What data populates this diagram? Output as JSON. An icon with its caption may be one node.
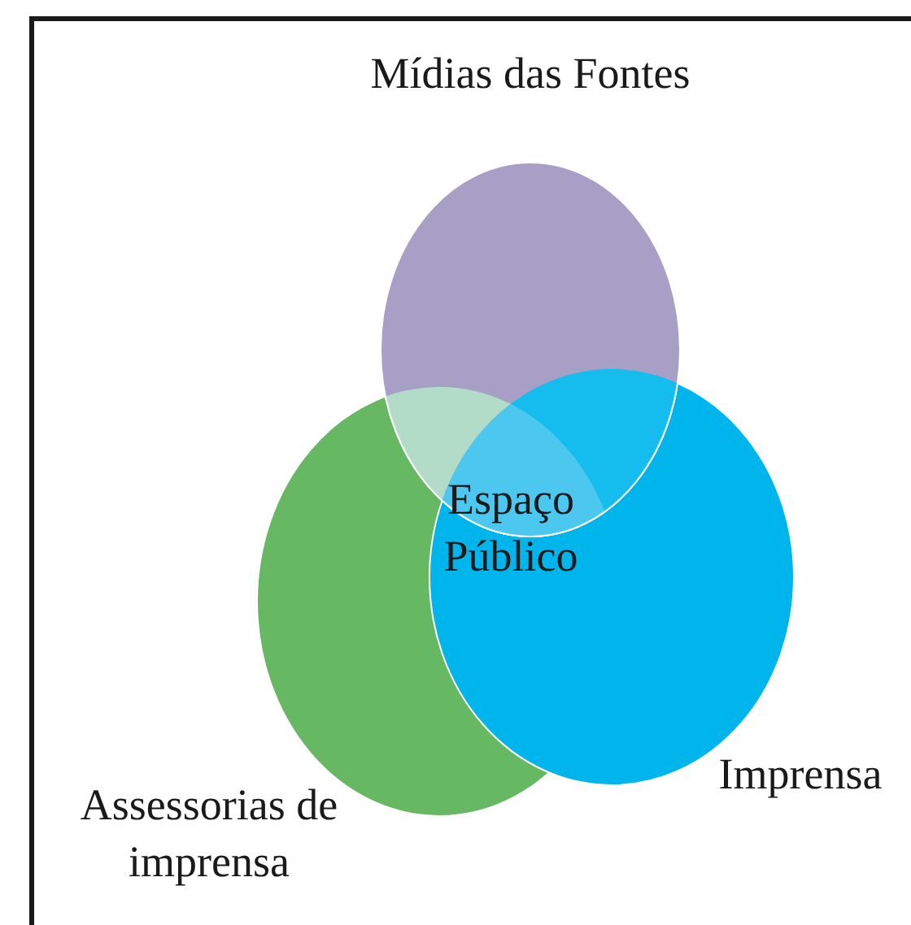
{
  "diagram": {
    "nodes": [
      {
        "text": [
          "Mídias das Fontes"
        ]
      },
      {
        "text": [
          "Assessorias de imprensa"
        ]
      },
      {
        "text": [
          "Imprensa"
        ]
      }
    ],
    "labels": [
      "Espaço Público"
    ]
  }
}
